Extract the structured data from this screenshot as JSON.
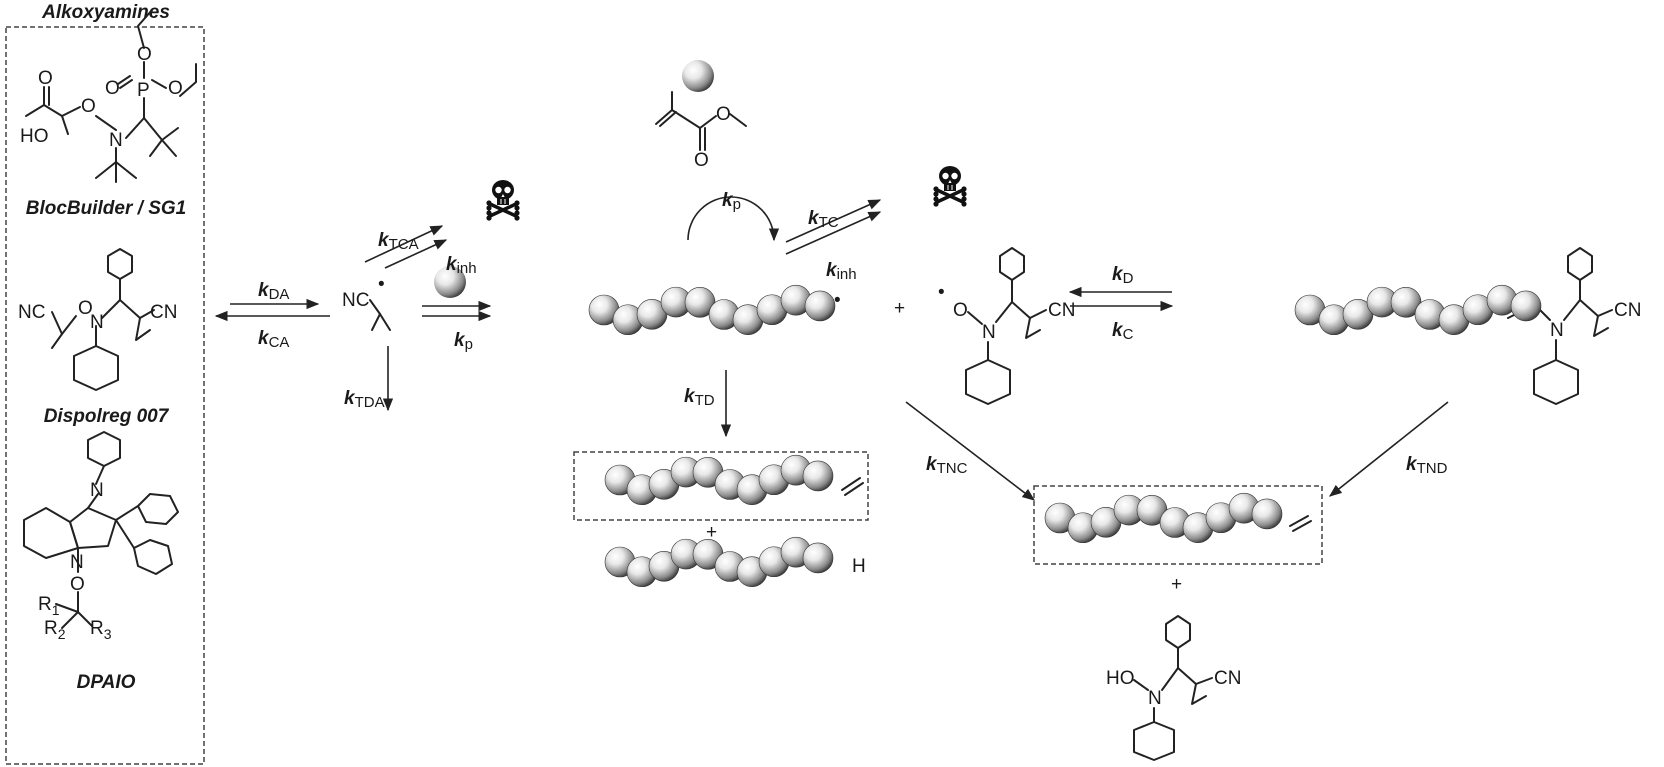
{
  "panel": {
    "title": "Alkoxyamines"
  },
  "alkoxyamines": [
    {
      "id": "blocbuilder",
      "name": "BlocBuilder / SG1"
    },
    {
      "id": "dispolreg",
      "name": "Dispolreg 007"
    },
    {
      "id": "dpaio",
      "name": "DPAIO"
    }
  ],
  "atoms": {
    "ho": "HO",
    "o": "O",
    "n": "N",
    "p": "P",
    "nc": "NC",
    "cn": "CN",
    "h": "H",
    "r1": "R",
    "r2": "R",
    "r3": "R",
    "sub1": "1",
    "sub2": "2",
    "sub3": "3",
    "dot": "•",
    "plus": "+"
  },
  "rates": [
    {
      "id": "kDA",
      "k": "k",
      "sub": "DA"
    },
    {
      "id": "kCA",
      "k": "k",
      "sub": "CA"
    },
    {
      "id": "kTCA",
      "k": "k",
      "sub": "TCA"
    },
    {
      "id": "kinh1",
      "k": "k",
      "sub": "inh"
    },
    {
      "id": "kp1",
      "k": "k",
      "sub": "p"
    },
    {
      "id": "kTDA",
      "k": "k",
      "sub": "TDA"
    },
    {
      "id": "kp2",
      "k": "k",
      "sub": "p"
    },
    {
      "id": "kTC",
      "k": "k",
      "sub": "TC"
    },
    {
      "id": "kinh2",
      "k": "k",
      "sub": "inh"
    },
    {
      "id": "kD",
      "k": "k",
      "sub": "D"
    },
    {
      "id": "kC",
      "k": "k",
      "sub": "C"
    },
    {
      "id": "kTD",
      "k": "k",
      "sub": "TD"
    },
    {
      "id": "kTNC",
      "k": "k",
      "sub": "TNC"
    },
    {
      "id": "kTND",
      "k": "k",
      "sub": "TND"
    }
  ],
  "icons": {
    "skull": "skull-crossbones-icon",
    "monomer": "monomer-bead-icon"
  },
  "colors": {
    "line": "#222222",
    "bead_light": "#ffffff",
    "bead_dark": "#2a2a2a"
  }
}
